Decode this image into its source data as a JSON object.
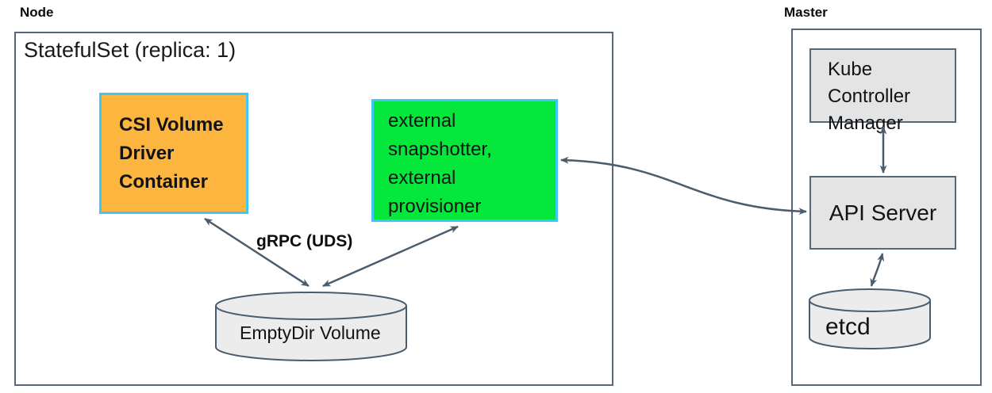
{
  "diagram": {
    "node": {
      "label": "Node",
      "statefulset_label": "StatefulSet (replica: 1)",
      "csi_lines": [
        "CSI Volume",
        "Driver",
        "Container"
      ],
      "sidecar_lines": [
        "external",
        "snapshotter,",
        "external",
        "provisioner"
      ],
      "grpc_label": "gRPC (UDS)",
      "emptydir_label": "EmptyDir Volume"
    },
    "master": {
      "label": "Master",
      "kcm_lines": [
        "Kube",
        "Controller",
        "Manager"
      ],
      "api_server_label": "API Server",
      "etcd_label": "etcd"
    },
    "colors": {
      "csi_box_fill": "#fcb53e",
      "sidecar_box_fill": "#06e73c",
      "highlight_border": "#3fc6f2",
      "gray_fill": "#e4e4e4",
      "cylinder_fill": "#ececec",
      "line_slate": "#4a5c6d",
      "box_border": "#56687a"
    }
  }
}
